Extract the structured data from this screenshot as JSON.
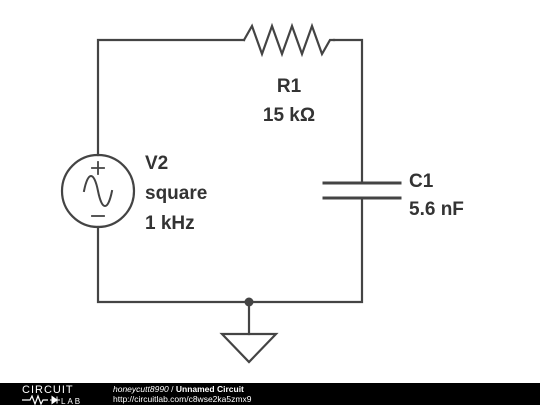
{
  "components": {
    "r1": {
      "name": "R1",
      "value": "15 kΩ"
    },
    "c1": {
      "name": "C1",
      "value": "5.6 nF"
    },
    "v2": {
      "name": "V2",
      "waveform": "square",
      "frequency": "1 kHz"
    }
  },
  "footer": {
    "logo_top": "CIRCUIT",
    "logo_bottom": "LAB",
    "username": "honeycutt8990",
    "separator": " / ",
    "circuit_title": "Unnamed Circuit",
    "url": "http://circuitlab.com/c8wse2ka5zmx9"
  },
  "colors": {
    "wire": "#444444",
    "text": "#333333",
    "footer_bg": "#000000",
    "footer_text": "#ffffff"
  }
}
